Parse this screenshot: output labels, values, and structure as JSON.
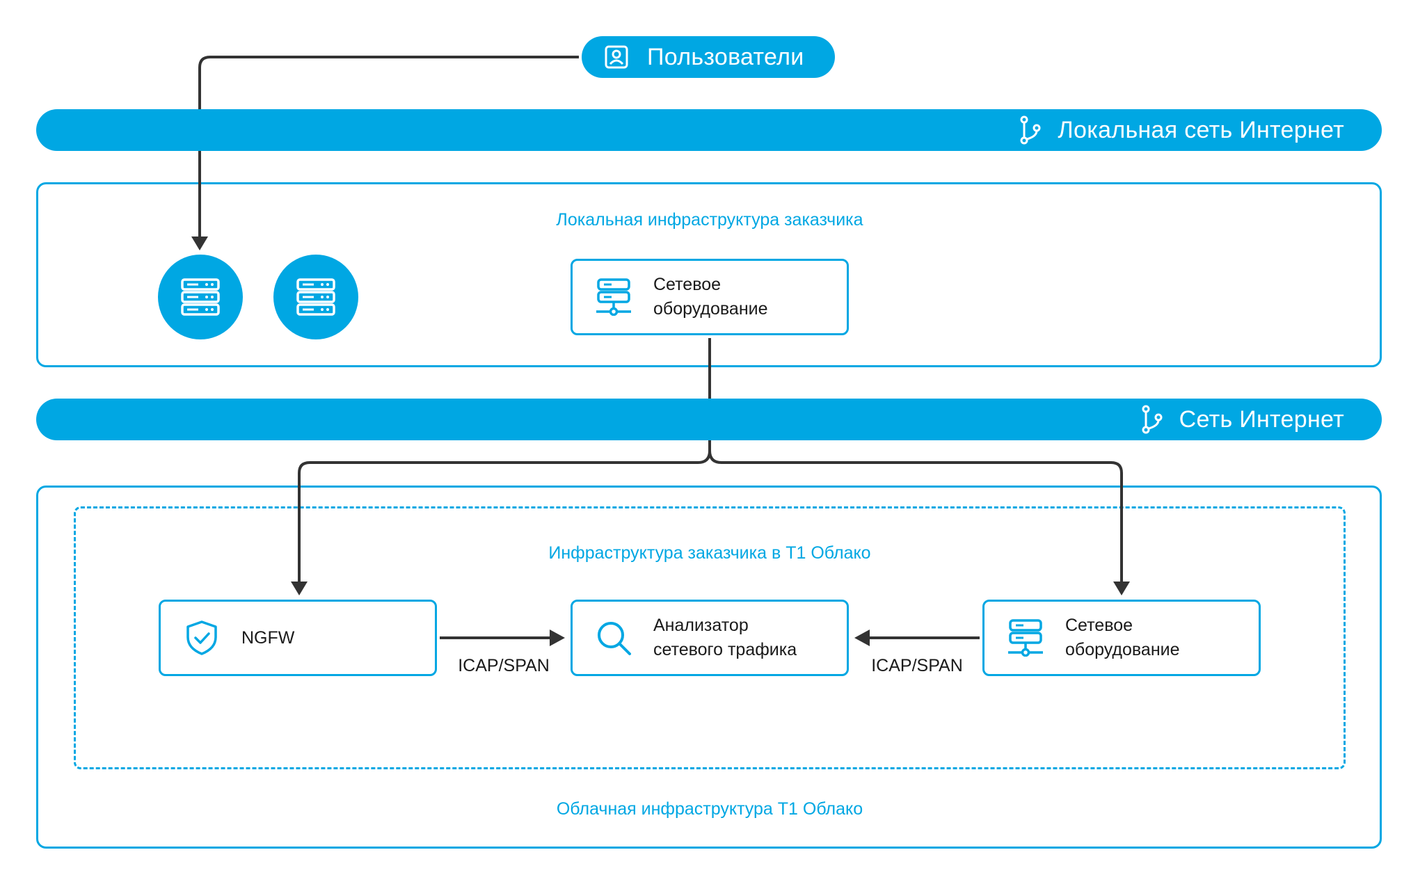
{
  "users": {
    "label": "Пользователи",
    "icon": "user-contact-icon"
  },
  "network_bars": [
    {
      "label": "Локальная сеть Интернет",
      "icon": "branch-icon"
    },
    {
      "label": "Сеть Интернет",
      "icon": "branch-icon"
    }
  ],
  "local_infra": {
    "title": "Локальная инфраструктура заказчика",
    "servers": [
      {
        "icon": "server-rack-icon"
      },
      {
        "icon": "server-rack-icon"
      }
    ],
    "network_equipment": {
      "line1": "Сетевое",
      "line2": "оборудование",
      "icon": "network-server-icon"
    }
  },
  "cloud_infra": {
    "title": "Облачная инфраструктура Т1 Облако",
    "customer_infra": {
      "title": "Инфраструктура заказчика в Т1 Облако",
      "ngfw": {
        "label": "NGFW",
        "icon": "shield-check-icon"
      },
      "analyzer": {
        "line1": "Анализатор",
        "line2": "сетевого трафика",
        "icon": "search-icon"
      },
      "network_equipment": {
        "line1": "Сетевое",
        "line2": "оборудование",
        "icon": "network-server-icon"
      },
      "connection_labels": [
        "ICAP/SPAN",
        "ICAP/SPAN"
      ]
    }
  },
  "colors": {
    "accent": "#00a7e3",
    "line": "#333333",
    "text": "#1a1a1a",
    "background": "#ffffff"
  }
}
